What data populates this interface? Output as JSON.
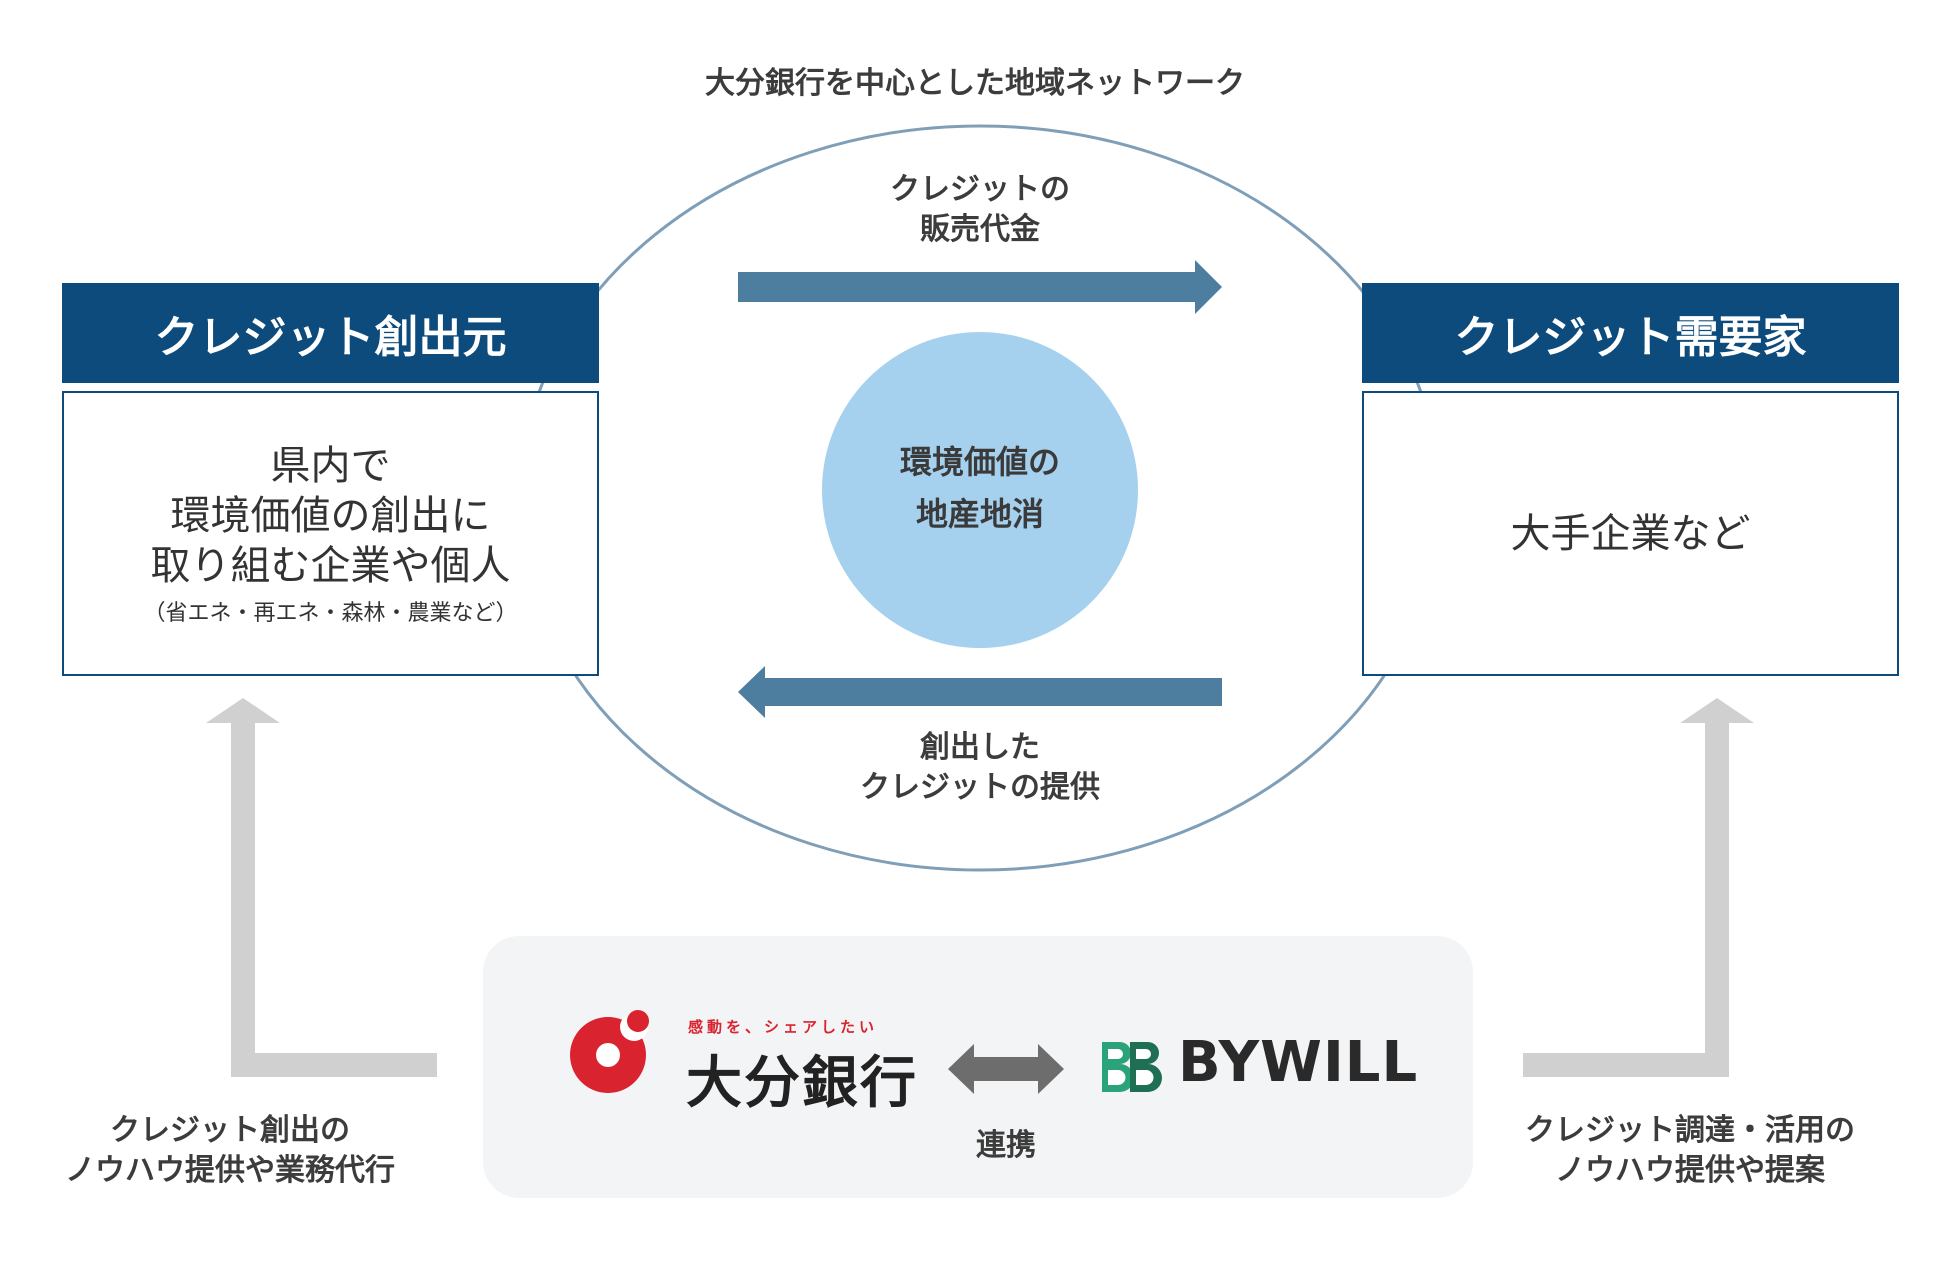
{
  "network_title": "大分銀行を中心とした地域ネットワーク",
  "left": {
    "header": "クレジット創出元",
    "lines": [
      "県内で",
      "環境価値の創出に",
      "取り組む企業や個人"
    ],
    "note": "（省エネ・再エネ・森林・農業など）"
  },
  "right": {
    "header": "クレジット需要家",
    "body": "大手企業など"
  },
  "center": {
    "line1": "環境価値の",
    "line2": "地産地消"
  },
  "arrows": {
    "top_line1": "クレジットの",
    "top_line2": "販売代金",
    "bottom_line1": "創出した",
    "bottom_line2": "クレジットの提供"
  },
  "bottom": {
    "left_line1": "クレジット創出の",
    "left_line2": "ノウハウ提供や業務代行",
    "right_line1": "クレジット調達・活用の",
    "right_line2": "ノウハウ提供や提案",
    "partnership": "連携"
  },
  "oita_bank": {
    "tagline": "感動を、シェアしたい",
    "name": "大分銀行",
    "logo_color": "#d9232e"
  },
  "bywill": {
    "name": "BYWILL",
    "logo_color": "#2aa37a"
  },
  "colors": {
    "header": "#0c4b7c",
    "flow_arrow": "#4d7ea0",
    "center_circle": "#a5d1ee",
    "ellipse": "#7f9fb8",
    "side_arrow": "#d0d0d0",
    "partner_arrow": "#6d6d6d"
  }
}
